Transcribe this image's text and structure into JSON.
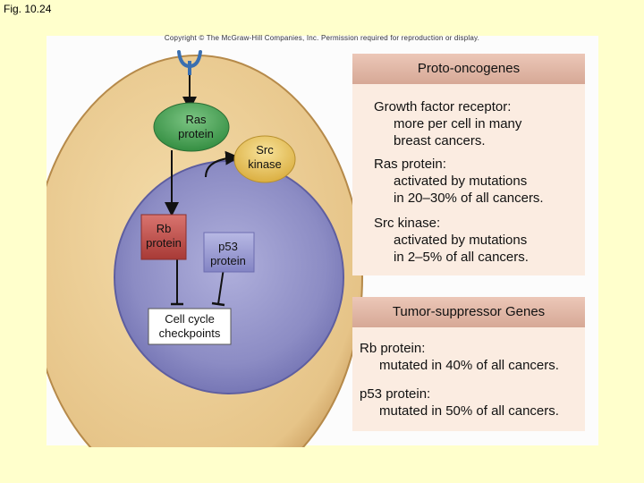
{
  "figure_label": "Fig. 10.24",
  "copyright": "Copyright © The McGraw-Hill Companies, Inc. Permission required for reproduction or display.",
  "diagram": {
    "ras_line1": "Ras",
    "ras_line2": "protein",
    "src_line1": "Src",
    "src_line2": "kinase",
    "rb_line1": "Rb",
    "rb_line2": "protein",
    "p53_line1": "p53",
    "p53_line2": "protein",
    "checkpoints_line1": "Cell cycle",
    "checkpoints_line2": "checkpoints"
  },
  "proto_oncogenes": {
    "header": "Proto-oncogenes",
    "entries": [
      {
        "title": "Growth factor receptor:",
        "line1": "more per cell in many",
        "line2": "breast cancers."
      },
      {
        "title": "Ras protein:",
        "line1": "activated by mutations",
        "line2": "in 20–30% of all cancers."
      },
      {
        "title": "Src kinase:",
        "line1": "activated by mutations",
        "line2": "in 2–5% of all cancers."
      }
    ]
  },
  "tumor_suppressors": {
    "header": "Tumor-suppressor Genes",
    "entries": [
      {
        "title": "Rb protein:",
        "line1": "mutated in 40% of all cancers."
      },
      {
        "title": "p53 protein:",
        "line1": "mutated in 50% of all cancers."
      }
    ]
  },
  "colors": {
    "background": "#ffffcc",
    "cell": "#e9ca8e",
    "nucleus": "#8f8fc6",
    "ras": "#3f9a4b",
    "src": "#e5c25a",
    "rb": "#c0504d",
    "p53": "#9a9bd0",
    "header": "#deb3a2",
    "box": "#fbece1"
  }
}
